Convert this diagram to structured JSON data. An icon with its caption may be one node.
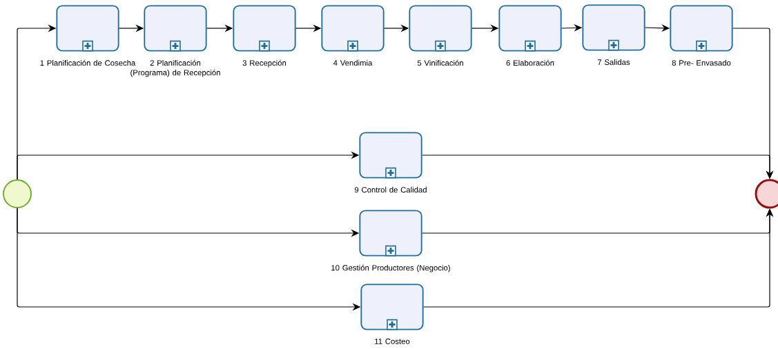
{
  "diagram": {
    "nodes": [
      {
        "text": [],
        "shape": "circle"
      },
      {
        "text": [
          "1 Planificación de Cosecha"
        ]
      },
      {
        "text": [
          "2 Planificación (Programa) de Recepción"
        ]
      },
      {
        "text": [
          "3 Recepción"
        ]
      },
      {
        "text": [
          "4 Vendimia"
        ]
      },
      {
        "text": [
          "5 Vinificación"
        ]
      },
      {
        "text": [
          "6 Elaboración"
        ]
      },
      {
        "text": [
          "7 Salidas"
        ]
      },
      {
        "text": [
          "8 Pre- Envasado"
        ]
      },
      {
        "text": [
          "9 Control de Calidad"
        ]
      },
      {
        "text": [
          "10 Gestión Productores (Negocio)"
        ]
      },
      {
        "text": [
          "11 Costeo"
        ]
      },
      {
        "text": [],
        "shape": "circle"
      }
    ],
    "edges": [
      {
        "from": 0,
        "to": 1,
        "arrow": "to"
      },
      {
        "from": 1,
        "to": 2,
        "arrow": "to"
      },
      {
        "from": 2,
        "to": 3,
        "arrow": "to"
      },
      {
        "from": 3,
        "to": 4,
        "arrow": "to"
      },
      {
        "from": 4,
        "to": 5,
        "arrow": "to"
      },
      {
        "from": 5,
        "to": 6,
        "arrow": "to"
      },
      {
        "from": 6,
        "to": 7,
        "arrow": "to"
      },
      {
        "from": 7,
        "to": 8,
        "arrow": "to"
      },
      {
        "from": 8,
        "to": 12,
        "arrow": "to"
      },
      {
        "from": 0,
        "to": 9,
        "arrow": "to"
      },
      {
        "from": 9,
        "to": 12,
        "arrow": "to"
      },
      {
        "from": 0,
        "to": 10,
        "arrow": "to"
      },
      {
        "from": 10,
        "to": 12,
        "arrow": "to"
      },
      {
        "from": 0,
        "to": 11,
        "arrow": "to"
      },
      {
        "from": 11,
        "to": 12,
        "arrow": "to"
      }
    ]
  }
}
